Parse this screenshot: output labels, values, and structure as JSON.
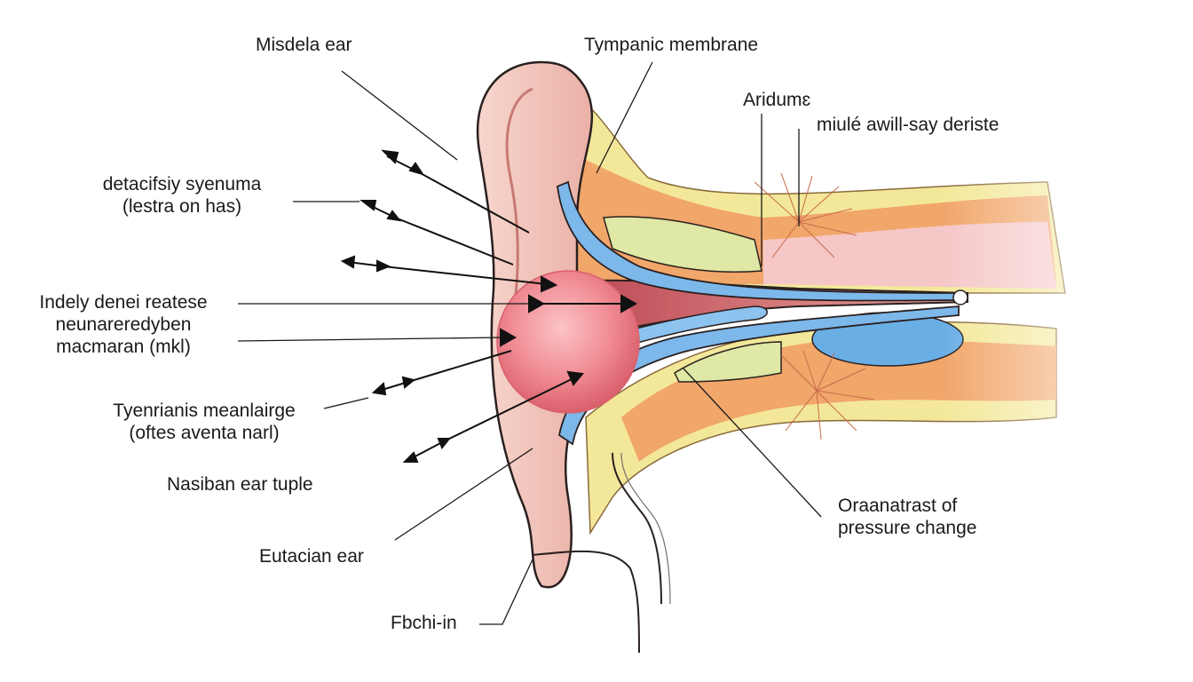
{
  "labels": {
    "misdela_ear": "Misdela ear",
    "tympanic_membrane": "Tympanic membrane",
    "aridume": "Aridumɛ",
    "miule": "miulé awill-say deriste",
    "detacifsiy_1": "detacifsiy syenuma",
    "detacifsiy_2": "(lestra on has)",
    "indely_1": "Indely denei reatese",
    "indely_2": "neunareredyben",
    "indely_3": "macmaran (mkl)",
    "tyenrianis_1": "Tyenrianis meanlairge",
    "tyenrianis_2": "(oftes aventa narl)",
    "nasiban": "Nasiban ear tuple",
    "eutacian": "Eutacian ear",
    "fbchi": "Fbchi-in",
    "oraanatrast_1": "Oraanatrast of",
    "oraanatrast_2": "pressure change"
  },
  "colors": {
    "skin": "#f4c9bf",
    "skin_dark": "#e49a92",
    "canal_red": "#c8505a",
    "drum_pink": "#f08a92",
    "tube_blue": "#7db8ea",
    "fat_yellow": "#f3e89a",
    "bone_green": "#dfe8a4",
    "muscle_orange": "#f1a66a",
    "outline": "#2a2020"
  }
}
